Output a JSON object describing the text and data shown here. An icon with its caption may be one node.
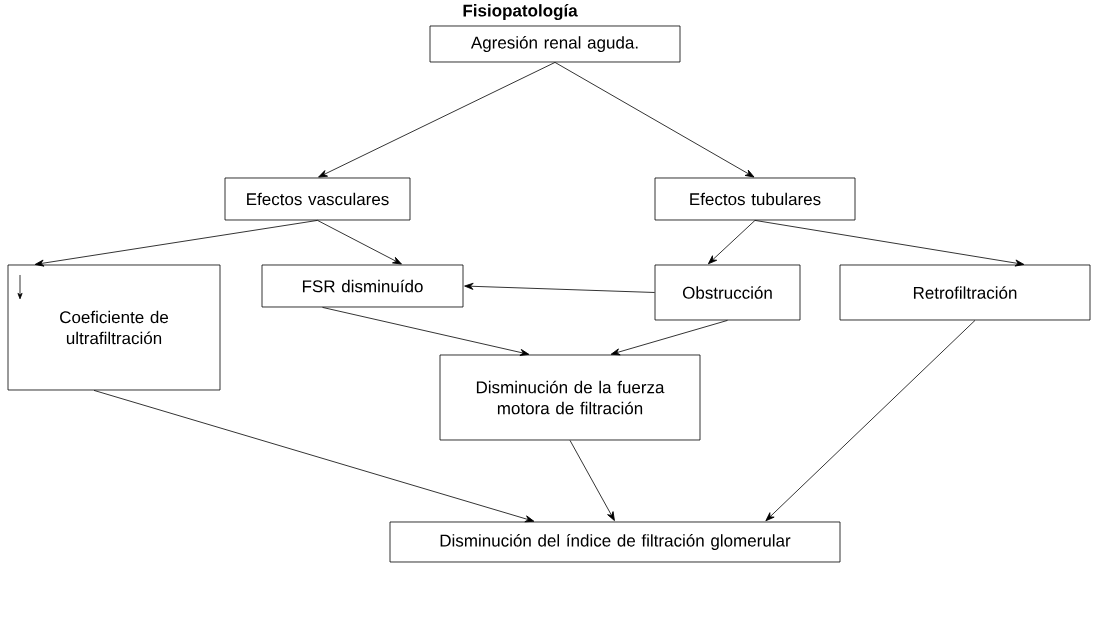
{
  "diagram": {
    "title": "Fisiopatología",
    "nodes": [
      {
        "text": [
          "Agresión renal aguda."
        ]
      },
      {
        "text": [
          "Efectos vasculares"
        ]
      },
      {
        "text": [
          "Efectos tubulares"
        ]
      },
      {
        "text": [
          "Coeficiente de ultrafiltración"
        ]
      },
      {
        "text": [
          "FSR disminuído"
        ]
      },
      {
        "text": [
          "Obstrucción"
        ]
      },
      {
        "text": [
          "Retrofiltración"
        ]
      },
      {
        "text": [
          "Disminución de la fuerza motora de filtración"
        ]
      },
      {
        "text": [
          "Disminución del índice de filtración glomerular"
        ]
      }
    ],
    "edges": [
      {
        "from": 0,
        "to": 1,
        "arrow": "to"
      },
      {
        "from": 0,
        "to": 2,
        "arrow": "to"
      },
      {
        "from": 1,
        "to": 3,
        "arrow": "to"
      },
      {
        "from": 1,
        "to": 4,
        "arrow": "to"
      },
      {
        "from": 2,
        "to": 5,
        "arrow": "to"
      },
      {
        "from": 2,
        "to": 6,
        "arrow": "to"
      },
      {
        "from": 5,
        "to": 4,
        "arrow": "to"
      },
      {
        "from": 4,
        "to": 7,
        "arrow": "to"
      },
      {
        "from": 5,
        "to": 7,
        "arrow": "to"
      },
      {
        "from": 3,
        "to": 8,
        "arrow": "to"
      },
      {
        "from": 7,
        "to": 8,
        "arrow": "to"
      },
      {
        "from": 6,
        "to": 8,
        "arrow": "to"
      }
    ]
  }
}
